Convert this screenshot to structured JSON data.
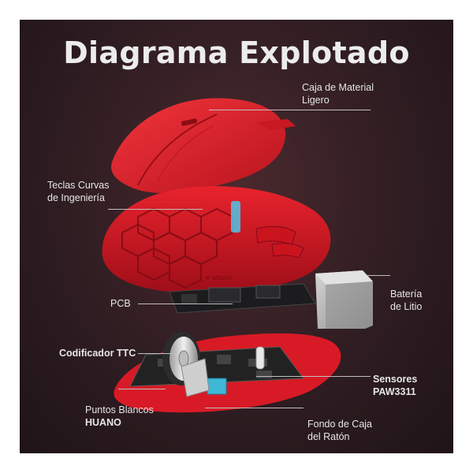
{
  "title": "Diagrama Explotado",
  "labels": {
    "shell": [
      "Caja de Material",
      "Ligero"
    ],
    "keys": [
      "Teclas Curvas",
      "de Ingeniería"
    ],
    "pcb": "PCB",
    "battery": [
      "Batería",
      "de Litio"
    ],
    "encoder": "Codificador TTC",
    "sensor": [
      "Sensores",
      "PAW3311"
    ],
    "switches": [
      "Puntos Blancos",
      "HUANO"
    ],
    "bottom": [
      "Fondo de Caja",
      "del Ratón"
    ]
  },
  "colors": {
    "accent": "#e01e2a",
    "background": "#2f1d22"
  }
}
